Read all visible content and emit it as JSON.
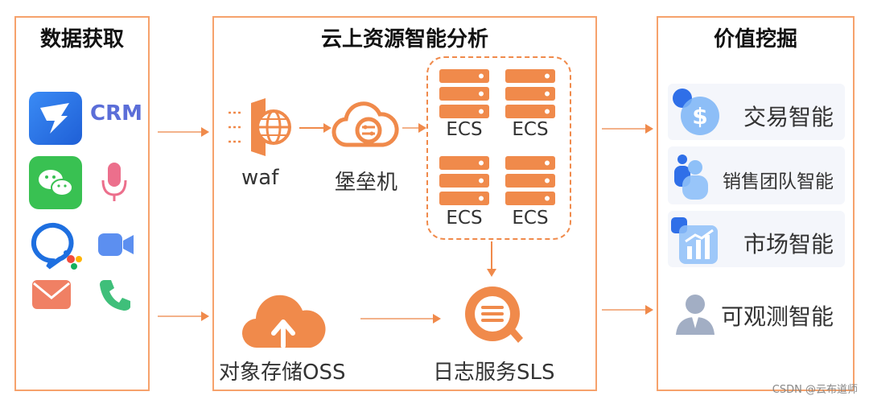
{
  "panels": {
    "acquire": {
      "title": "数据获取"
    },
    "analyze": {
      "title": "云上资源智能分析"
    },
    "value": {
      "title": "价值挖掘"
    }
  },
  "sources": {
    "crm_label": "CRM",
    "icons": [
      "dingtalk-icon",
      "wechat-icon",
      "microphone-icon",
      "chat-bubble-icon",
      "video-camera-icon",
      "mail-icon",
      "phone-icon"
    ]
  },
  "analysis": {
    "waf_label": "waf",
    "bastion_label": "堡垒机",
    "ecs_labels": [
      "ECS",
      "ECS",
      "ECS",
      "ECS"
    ],
    "oss_label": "对象存储OSS",
    "sls_label": "日志服务SLS"
  },
  "value_items": [
    {
      "label": "交易智能",
      "icon": "dollar-icon"
    },
    {
      "label": "销售团队智能",
      "icon": "team-icon"
    },
    {
      "label": "市场智能",
      "icon": "bar-chart-icon"
    },
    {
      "label": "可观测智能",
      "icon": "person-icon"
    }
  ],
  "watermark": "CSDN @云布道师",
  "colors": {
    "accent": "#f08a4b",
    "border": "#f6a26c",
    "crm": "#5b6ed8"
  }
}
